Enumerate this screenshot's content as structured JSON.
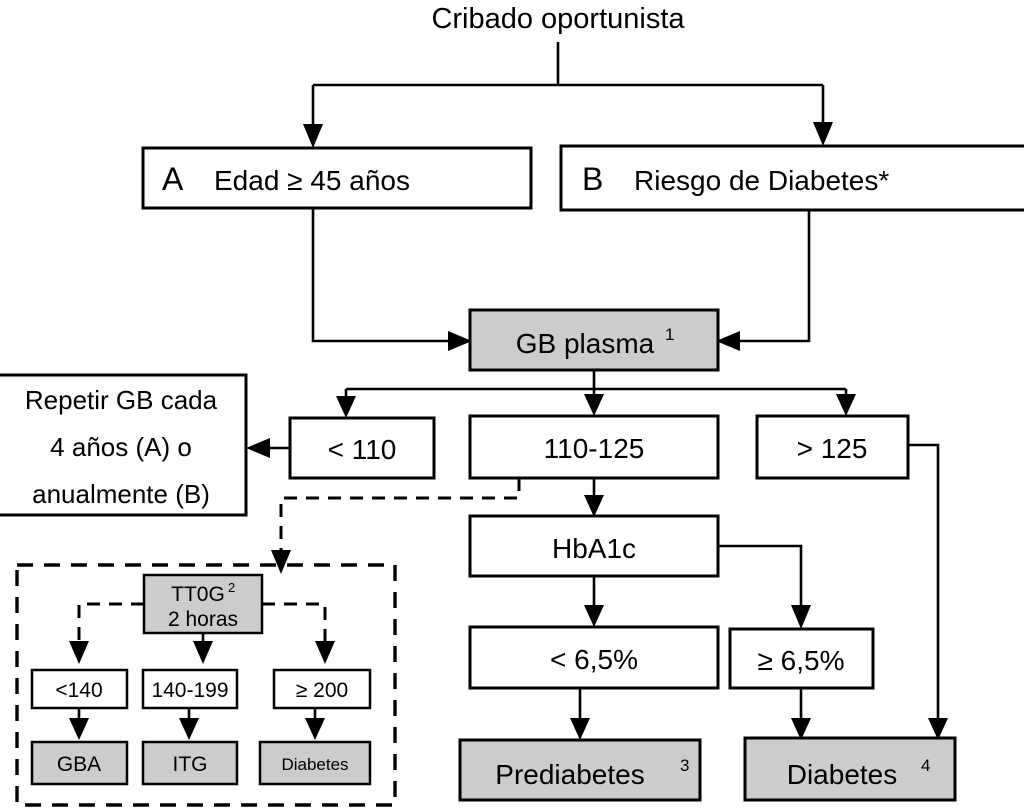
{
  "diagram": {
    "title": "Cribado oportunista",
    "language": "es",
    "nodes": {
      "start": {
        "label": "Cribado oportunista",
        "shape": "text",
        "fill": "none"
      },
      "branch_a": {
        "tag": "A",
        "label": "Edad ≥ 45 años",
        "fill": "white"
      },
      "branch_b": {
        "tag": "B",
        "label": "Riesgo de Diabetes*",
        "fill": "white"
      },
      "gb_plasma": {
        "label": "GB plasma",
        "sup": "1",
        "fill": "gray"
      },
      "repetir": {
        "line1": "Repetir GB cada",
        "line2": "4 años (A) o",
        "line3": "anualmente (B)",
        "fill": "white"
      },
      "gb_low": {
        "label": "< 110",
        "fill": "white"
      },
      "gb_mid": {
        "label": "110-125",
        "fill": "white"
      },
      "gb_high": {
        "label": "> 125",
        "fill": "white"
      },
      "hba1c": {
        "label": "HbA1c",
        "fill": "white"
      },
      "hba1c_low": {
        "label": "< 6,5%",
        "fill": "white"
      },
      "hba1c_high": {
        "label": "≥ 6,5%",
        "fill": "white"
      },
      "prediabetes": {
        "label": "Prediabetes",
        "sup": "3",
        "fill": "gray"
      },
      "diabetes": {
        "label": "Diabetes",
        "sup": "4",
        "fill": "gray"
      },
      "ttog": {
        "line1": "TT0G",
        "sup": "2",
        "line2": "2 horas",
        "fill": "gray"
      },
      "ttog_low": {
        "label": "<140",
        "fill": "white"
      },
      "ttog_mid": {
        "label": "140-199",
        "fill": "white"
      },
      "ttog_high": {
        "label": "≥ 200",
        "fill": "white"
      },
      "gba": {
        "label": "GBA",
        "fill": "gray"
      },
      "itg": {
        "label": "ITG",
        "fill": "gray"
      },
      "diabetes_small": {
        "label": "Diabetes",
        "fill": "gray"
      }
    },
    "colors": {
      "gray_fill": "#cccccc",
      "white_fill": "#ffffff",
      "stroke": "#000000",
      "background": "#ffffff"
    }
  }
}
